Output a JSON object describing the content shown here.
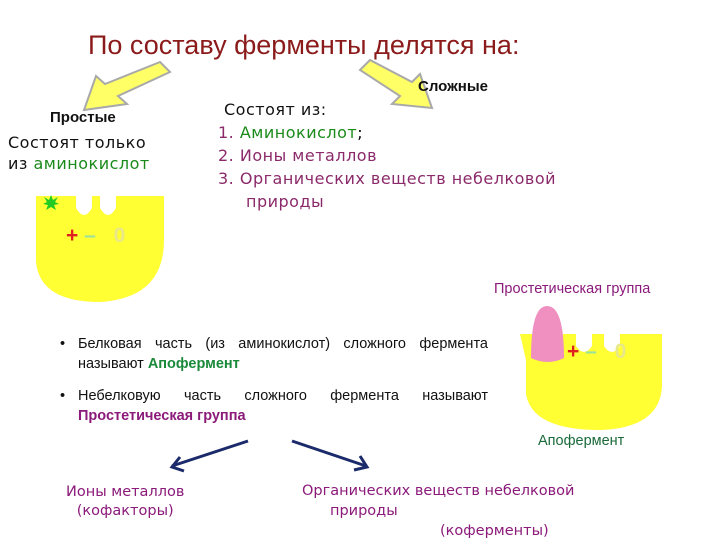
{
  "title": "По составу ферменты делятся на:",
  "simple": {
    "header": "Простые",
    "line1": "Состоят только",
    "line2_prefix": "из ",
    "line2_highlight": "аминокислот"
  },
  "complex": {
    "header": "Сложные",
    "intro": "Состоят из:",
    "items": [
      {
        "num": "1. ",
        "text": "Аминокислот",
        "suffix": ";"
      },
      {
        "num": "2. ",
        "text": "Ионы металлов",
        "suffix": ""
      },
      {
        "num": "3. ",
        "text": "Органических веществ небелковой",
        "suffix": ""
      }
    ],
    "item3_cont": "природы"
  },
  "enzyme_charges": {
    "plus": "+",
    "minus": "–",
    "zero": "0"
  },
  "bullets": [
    {
      "dot": "•",
      "text": "Белковая часть (из аминокислот) сложного фермента называют ",
      "term": "Апофермент"
    },
    {
      "dot": "•",
      "text": "Небелковую часть сложного фермента называют ",
      "term": "Простетическая группа"
    }
  ],
  "labels": {
    "prosthetic_group": "Простетическая группа",
    "apoenzyme": "Апофермент"
  },
  "bottom": {
    "left_line1": "Ионы металлов",
    "left_line2": "(кофакторы)",
    "right_line1": "Органических веществ небелковой",
    "right_line2": "природы",
    "right_line3": "(коферменты)"
  },
  "colors": {
    "title": "#8b1a1a",
    "enzyme_body": "#ffff33",
    "arrow_fill": "#ffff66",
    "arrow_stroke": "#a9a9a9",
    "prosthetic": "#f090c0",
    "active_site": "#22cc22"
  }
}
